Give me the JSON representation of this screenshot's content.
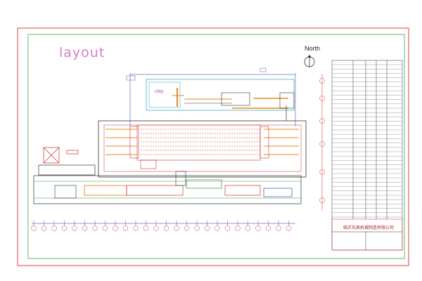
{
  "drawing": {
    "title": "layout",
    "north_label": "North",
    "area_label": "clay",
    "company": "临沂东辰机械制造有限公司"
  },
  "colors": {
    "frame": "#e0413f",
    "inner_frame": "#3da84a",
    "pink": "#d77fc8",
    "red": "#d62d2d",
    "orange": "#e58a1f",
    "blue": "#2030a0",
    "green": "#2a9a3a",
    "dark": "#333333",
    "cyan": "#2aa3b8"
  }
}
